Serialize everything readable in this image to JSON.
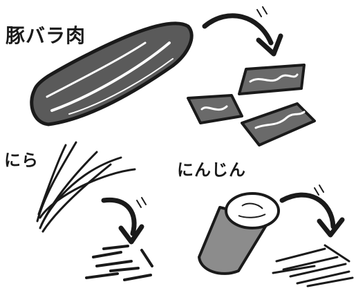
{
  "labels": {
    "pork": "豚バラ肉",
    "nira": "にら",
    "carrot": "にんじん"
  },
  "colors": {
    "ink": "#1a1a1a",
    "dark_gray": "#5a5a5a",
    "mid_gray": "#7a7a7a",
    "light_gray": "#8c8c8c",
    "background": "#ffffff"
  },
  "icons": {
    "pork_block": "pork-belly-block-icon",
    "pork_slices": "sliced-pork-icon",
    "nira_bunch": "garlic-chives-bunch-icon",
    "nira_cut": "chopped-chives-icon",
    "carrot": "carrot-piece-icon",
    "carrot_cut": "julienned-carrot-icon",
    "arrow": "curved-arrow-icon"
  }
}
